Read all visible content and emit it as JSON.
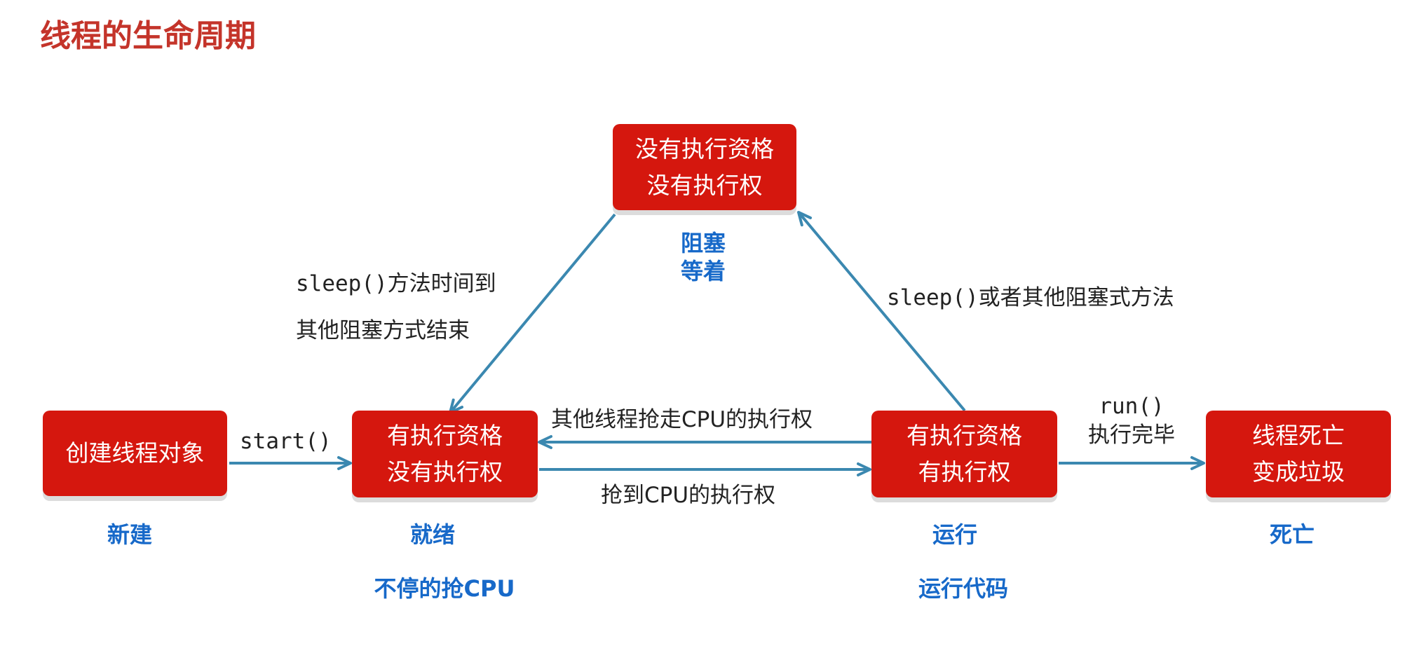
{
  "title": "线程的生命周期",
  "states": {
    "blocked": {
      "line1": "没有执行资格",
      "line2": "没有执行权",
      "label1": "阻塞",
      "label2": "等着"
    },
    "new": {
      "text": "创建线程对象",
      "label": "新建"
    },
    "ready": {
      "line1": "有执行资格",
      "line2": "没有执行权",
      "label1": "就绪",
      "label2": "不停的抢CPU"
    },
    "running": {
      "line1": "有执行资格",
      "line2": "有执行权",
      "label1": "运行",
      "label2": "运行代码"
    },
    "dead": {
      "line1": "线程死亡",
      "line2": "变成垃圾",
      "label": "死亡"
    }
  },
  "transitions": {
    "blocked_to_ready": {
      "line1": "sleep()方法时间到",
      "line2": "其他阻塞方式结束"
    },
    "running_to_blocked": "sleep()或者其他阻塞式方法",
    "running_to_ready": "其他线程抢走CPU的执行权",
    "ready_to_running": "抢到CPU的执行权",
    "new_to_ready": "start()",
    "running_to_dead": {
      "line1": "run()",
      "line2": "执行完毕"
    }
  },
  "colors": {
    "title": "#c4342a",
    "box_fill": "#d5170e",
    "state_label": "#1769c9",
    "arrow": "#3b88b0"
  }
}
